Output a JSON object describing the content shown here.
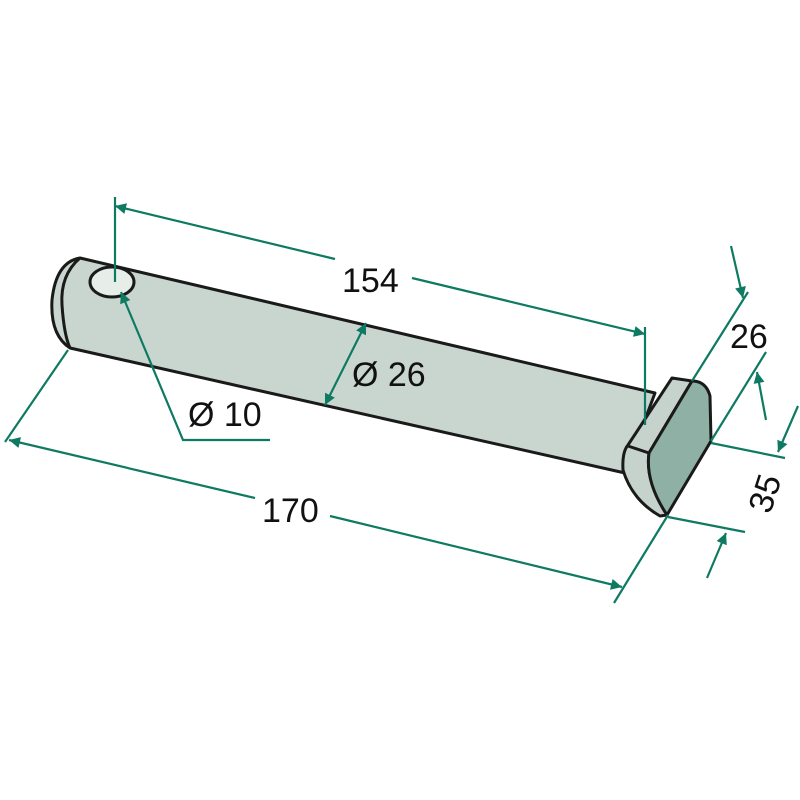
{
  "title": "Clevis pin technical drawing",
  "colors": {
    "dimension": "#0f7a62",
    "body": "#c9d6cf",
    "head_face": "#8fb0a5"
  },
  "dimensions": {
    "usable_length": "154",
    "total_length": "170",
    "pin_diameter": "Ø 26",
    "hole_diameter": "Ø 10",
    "head_thickness": "26",
    "head_height": "35"
  }
}
